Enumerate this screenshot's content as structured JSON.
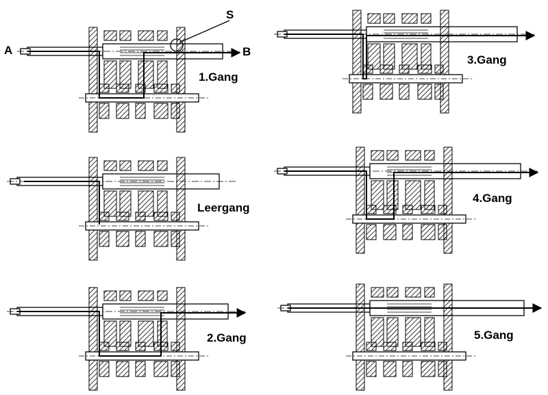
{
  "diagram": {
    "labels": {
      "input": "A",
      "output": "B",
      "shift_sleeve": "S"
    },
    "panels": [
      {
        "id": "gear-1",
        "label": "1.Gang"
      },
      {
        "id": "gear-3",
        "label": "3.Gang"
      },
      {
        "id": "neutral",
        "label": "Leergang"
      },
      {
        "id": "gear-4",
        "label": "4.Gang"
      },
      {
        "id": "gear-2",
        "label": "2.Gang"
      },
      {
        "id": "gear-5",
        "label": "5.Gang"
      }
    ],
    "colors": {
      "ink": "#000000",
      "background": "#ffffff"
    }
  }
}
